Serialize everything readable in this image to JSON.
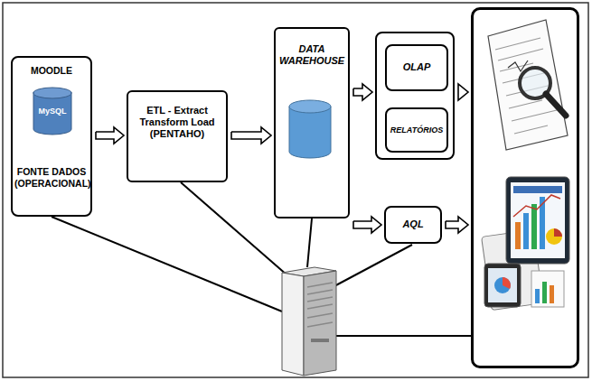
{
  "diagram": {
    "nodes": [
      {
        "text": [
          "MOODLE",
          "FONTE DADOS (OPERACIONAL)"
        ]
      },
      {
        "text": [
          "MySQL"
        ],
        "in": 0
      },
      {
        "text": [
          "ETL - Extract Transform Load (PENTAHO)"
        ]
      },
      {
        "text": [
          "DATA WAREHOUSE"
        ]
      },
      {
        "text": []
      },
      {
        "text": [
          "OLAP"
        ],
        "in": 4
      },
      {
        "text": [
          "RELATÓRIOS"
        ],
        "in": 4
      },
      {
        "text": [
          "AQL"
        ]
      },
      {
        "text": []
      }
    ],
    "edges": [
      {
        "from": 0,
        "to": 2,
        "arrow": "to"
      },
      {
        "from": 2,
        "to": 3,
        "arrow": "to"
      },
      {
        "from": 3,
        "to": 4,
        "arrow": "to"
      },
      {
        "from": 3,
        "to": 7,
        "arrow": "to"
      },
      {
        "from": 4,
        "to": 8,
        "arrow": "to"
      },
      {
        "from": 7,
        "to": 8,
        "arrow": "to"
      }
    ]
  }
}
